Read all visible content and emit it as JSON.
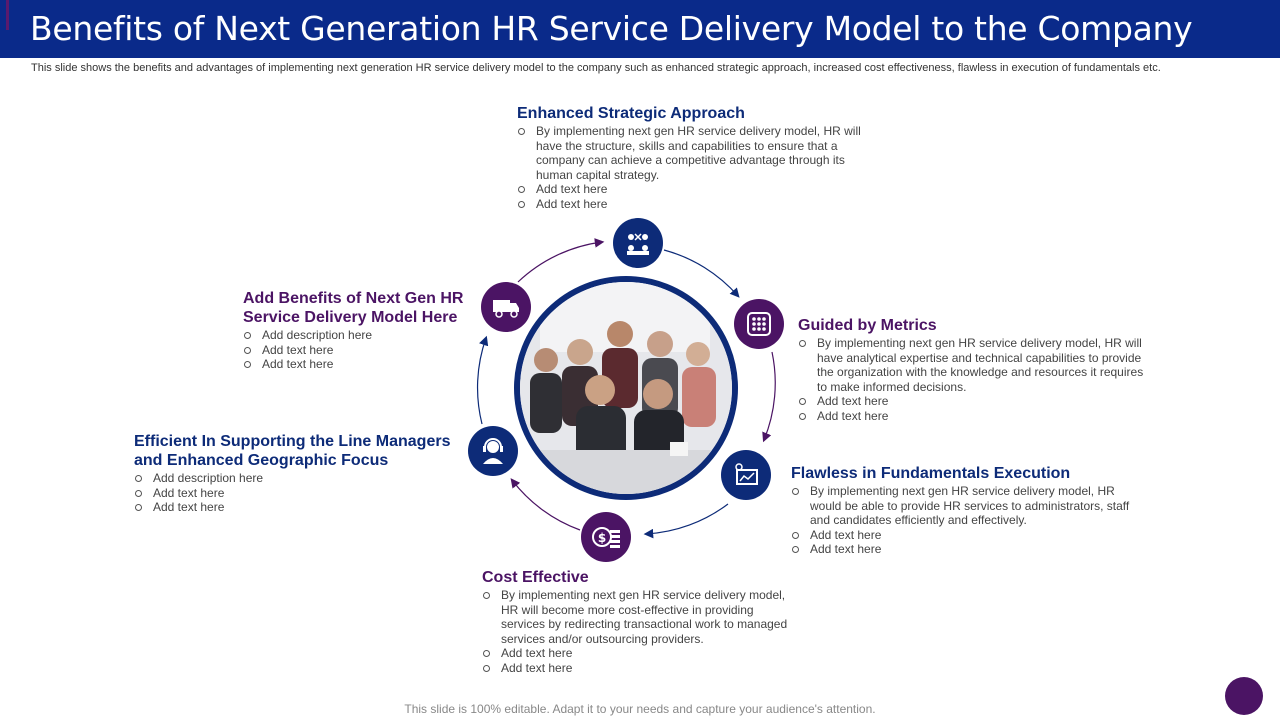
{
  "title": "Benefits of Next Generation HR Service Delivery Model to the Company",
  "subtitle": "This slide shows the benefits and advantages of implementing next generation HR service delivery model to the company such as enhanced strategic approach, increased cost effectiveness, flawless in execution of fundamentals etc.",
  "blocks": {
    "strategic": {
      "heading": "Enhanced Strategic Approach",
      "bullets": [
        "By implementing next gen HR service delivery model, HR will have the structure, skills and capabilities to ensure that a company can achieve a competitive advantage through its human capital strategy.",
        "Add text here",
        "Add text here"
      ]
    },
    "metrics": {
      "heading": "Guided by Metrics",
      "bullets": [
        "By implementing next gen HR service delivery model, HR will have analytical expertise and technical capabilities to provide the organization with the knowledge and resources it requires to make informed decisions.",
        "Add text here",
        "Add text here"
      ]
    },
    "fundamentals": {
      "heading": "Flawless in Fundamentals Execution",
      "bullets": [
        "By implementing next gen HR service delivery model, HR would be able to provide HR services to administrators, staff and candidates efficiently and effectively.",
        "Add text here",
        "Add text here"
      ]
    },
    "cost": {
      "heading": "Cost Effective",
      "bullets": [
        "By implementing next gen HR service delivery model, HR will become more cost-effective in providing services by redirecting transactional work to managed services and/or outsourcing providers.",
        "Add text here",
        "Add text here"
      ]
    },
    "managers": {
      "heading": "Efficient In Supporting the Line Managers and Enhanced Geographic Focus",
      "bullets": [
        "Add description here",
        "Add text here",
        "Add text here"
      ]
    },
    "benefits": {
      "heading": "Add Benefits of Next Gen HR Service Delivery Model Here",
      "bullets": [
        "Add description here",
        "Add text here",
        "Add text here"
      ]
    }
  },
  "icons": {
    "strategic": "team-meeting-icon",
    "metrics": "dashboard-grid-icon",
    "fundamentals": "analytics-screen-icon",
    "cost": "dollar-coins-icon",
    "managers": "support-agent-icon",
    "benefits": "delivery-truck-icon"
  },
  "colors": {
    "navy": "#0d2b78",
    "purple": "#4b1464",
    "title_bar": "#0a2a8a"
  },
  "footer": "This slide is 100% editable. Adapt it to your needs and capture your audience's attention."
}
